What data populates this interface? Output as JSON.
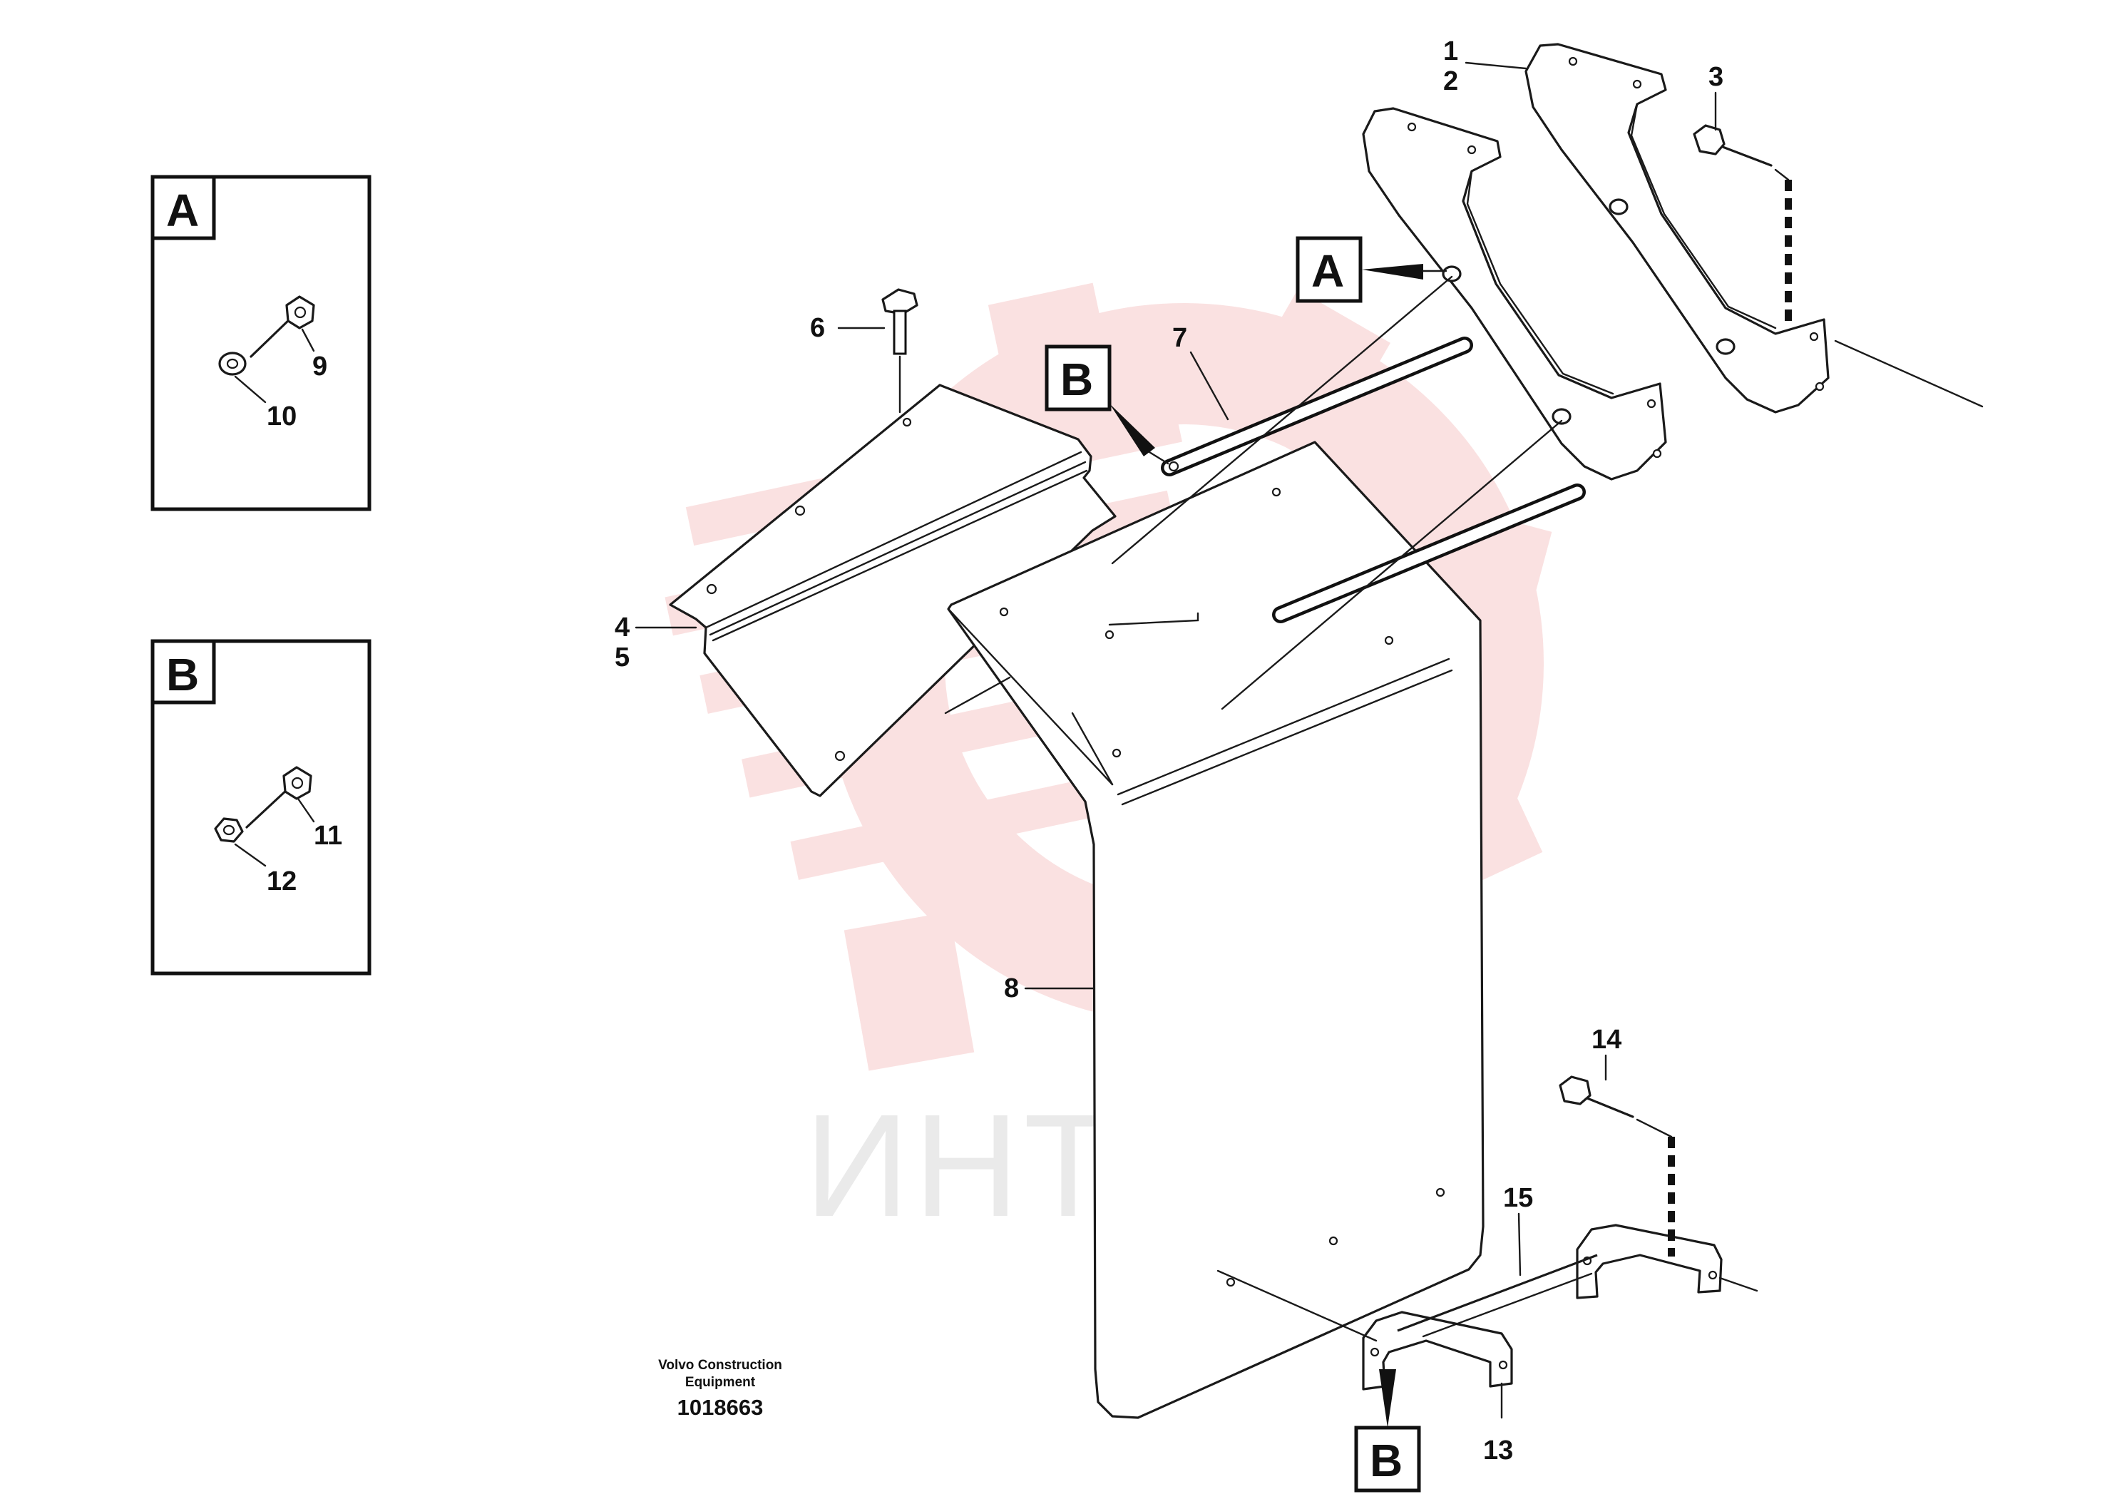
{
  "watermark": {
    "text": "ИНТЕХ",
    "color": "#f6c9c9"
  },
  "detail_boxes": [
    {
      "letter": "A",
      "labels": [
        "9",
        "10"
      ]
    },
    {
      "letter": "B",
      "labels": [
        "11",
        "12"
      ]
    }
  ],
  "callouts": {
    "p1": "1",
    "p2": "2",
    "p3": "3",
    "p4": "4",
    "p5": "5",
    "p6": "6",
    "p7": "7",
    "p8": "8",
    "p13": "13",
    "p14": "14",
    "p15": "15"
  },
  "view_markers": {
    "a": "A",
    "b1": "B",
    "b2": "B"
  },
  "footer": {
    "maker_line1": "Volvo Construction",
    "maker_line2": "Equipment",
    "doc_number": "1018663"
  }
}
